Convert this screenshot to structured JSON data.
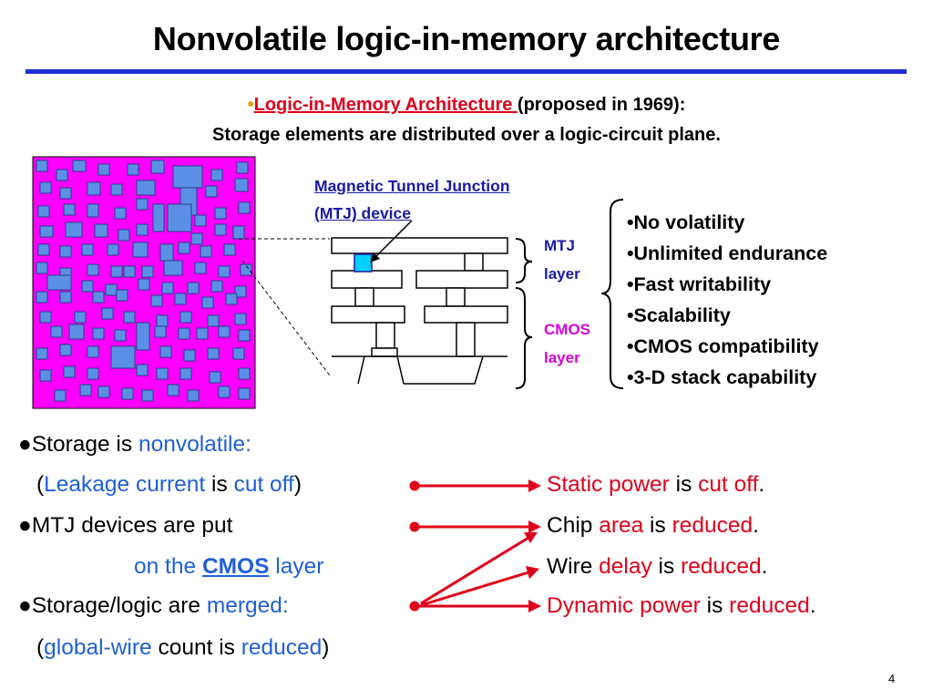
{
  "title": "Nonvolatile logic-in-memory architecture",
  "intro": {
    "bullet": "•",
    "link": "Logic-in-Memory Architecture ",
    "rest": "(proposed in 1969):",
    "line2": "Storage elements are distributed over a logic-circuit plane."
  },
  "diagram": {
    "mtj_label_1": "Magnetic Tunnel Junction ",
    "mtj_label_2": "(MTJ) device",
    "mtj_layer_1": "MTJ",
    "mtj_layer_2": "layer",
    "cmos_layer_1": "CMOS",
    "cmos_layer_2": "layer"
  },
  "features": [
    "•No volatility",
    "•Unlimited endurance",
    "•Fast writability",
    "•Scalability",
    "•CMOS compatibility",
    "•3-D stack capability"
  ],
  "left_bullets": {
    "b1_mark": "●",
    "b1_text": "Storage is ",
    "b1_hl": "nonvolatile:",
    "b1_sub_open": "(",
    "b1_sub_hl1": "Leakage current",
    "b1_sub_mid": " is ",
    "b1_sub_hl2": "cut off",
    "b1_sub_close": ")",
    "b2_mark": "●",
    "b2_text": "MTJ devices are put",
    "b2_sub_a": "on the ",
    "b2_sub_cmos": "CMOS",
    "b2_sub_b": " layer",
    "b3_mark": "●",
    "b3_text": "Storage/logic are ",
    "b3_hl": "merged:",
    "b3_sub_open": "(",
    "b3_sub_hl1": "global-wire",
    "b3_sub_mid": " count is ",
    "b3_sub_hl2": "reduced",
    "b3_sub_close": ")"
  },
  "results": {
    "r1_a": "Static power",
    "r1_b": " is ",
    "r1_c": "cut off",
    "r1_d": ".",
    "r2_a": "Chip ",
    "r2_b": "area",
    "r2_c": " is ",
    "r2_d": "reduced",
    "r2_e": ".",
    "r3_a": "Wire ",
    "r3_b": "delay",
    "r3_c": " is ",
    "r3_d": "reduced",
    "r3_e": ".",
    "r4_a": "Dynamic power",
    "r4_b": " is ",
    "r4_c": "reduced",
    "r4_d": "."
  },
  "page_number": "4",
  "colors": {
    "rule": "#1f2ed6",
    "red": "#e0001b",
    "blue": "#1f5fd8",
    "magenta": "#ff00ff",
    "cell": "#5b8fe6"
  }
}
